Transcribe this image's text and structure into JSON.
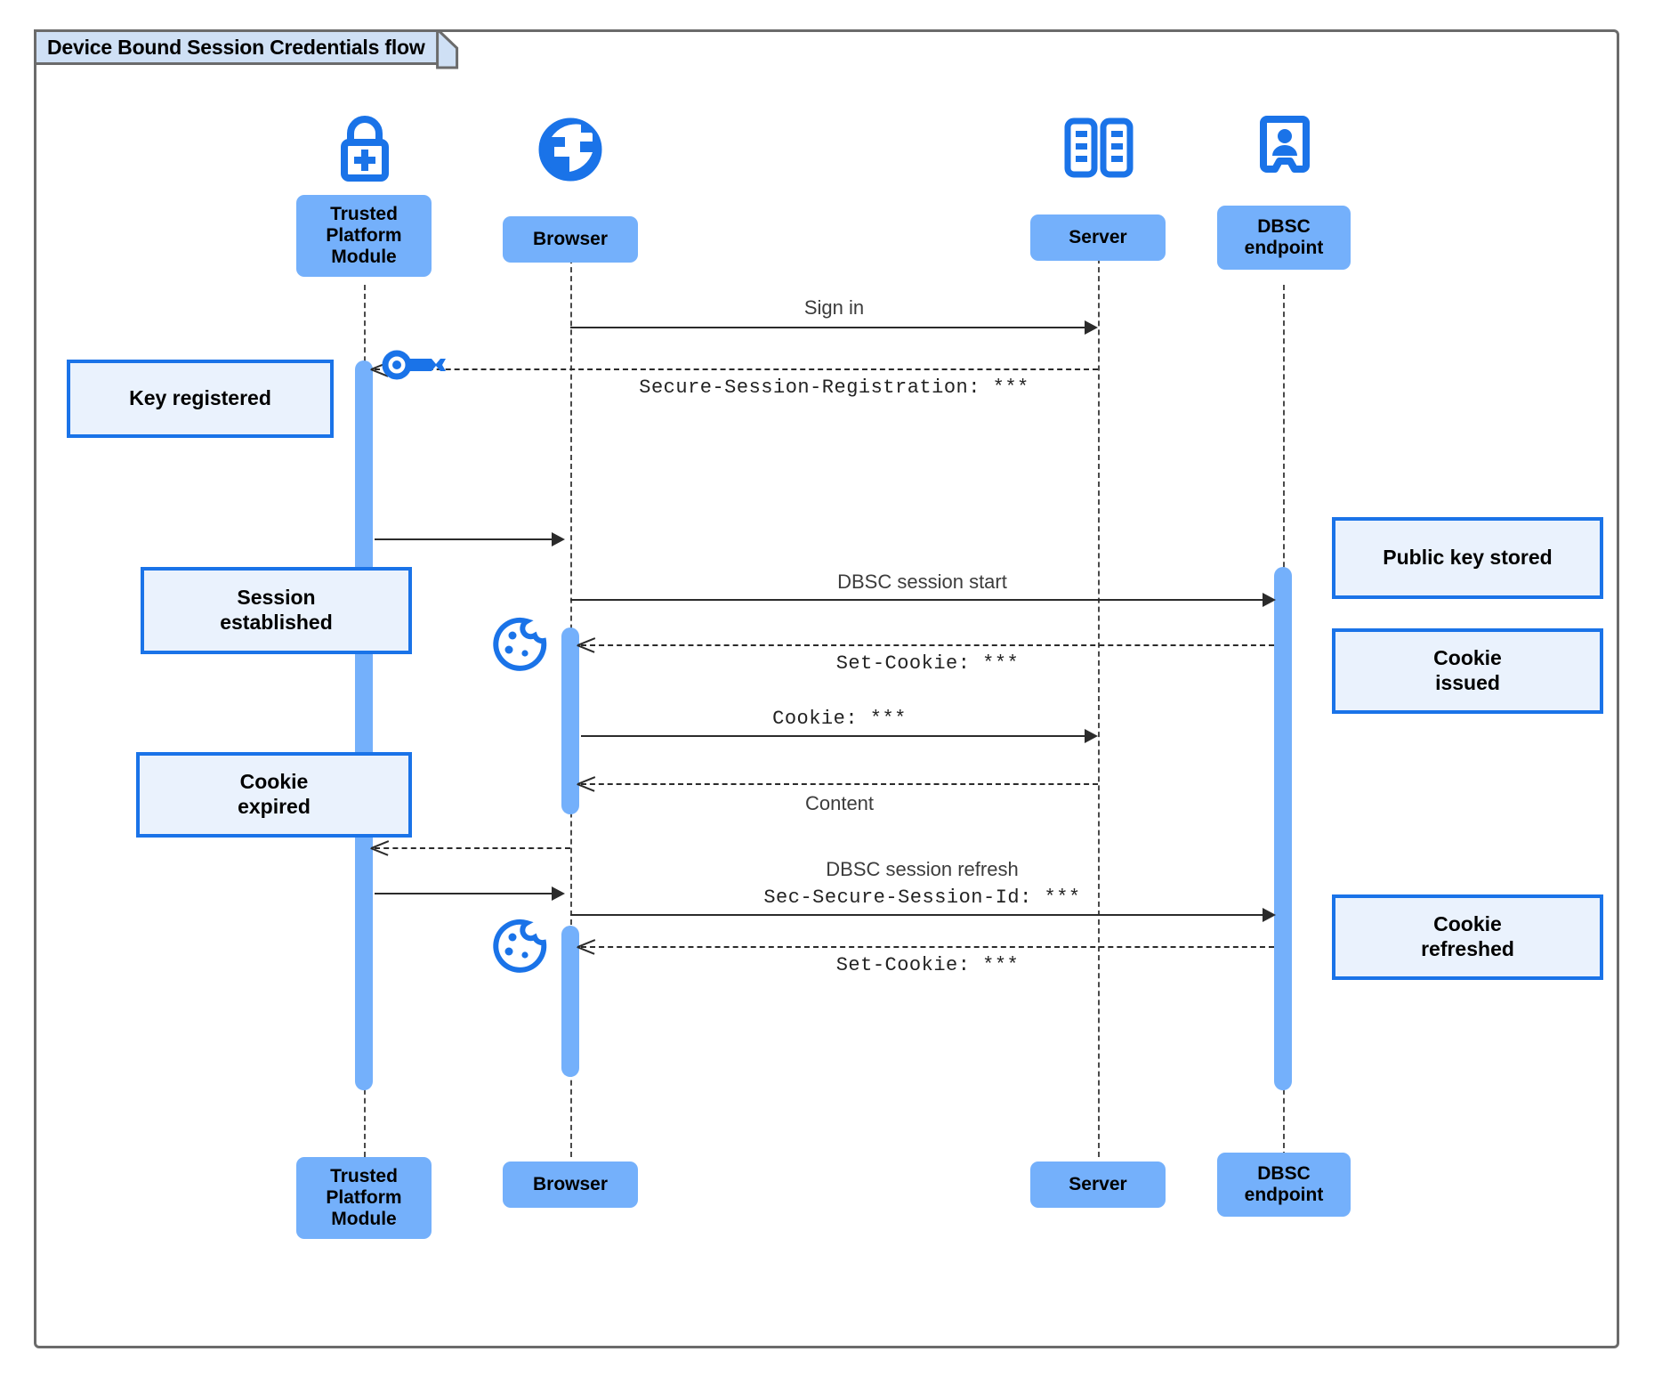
{
  "diagram": {
    "title": "Device Bound Session Credentials flow",
    "type": "sequence-diagram",
    "accent_color": "#1a73e8",
    "participant_fill": "#74b0fb",
    "note_fill": "#eaf2fd",
    "frame_border": "#6b6b6b"
  },
  "participants": [
    {
      "id": "tpm",
      "label": "Trusted\nPlatform\nModule",
      "label_l1": "Trusted",
      "label_l2": "Platform",
      "label_l3": "Module",
      "icon": "padlock-plus-icon"
    },
    {
      "id": "browser",
      "label": "Browser",
      "icon": "globe-icon"
    },
    {
      "id": "server",
      "label": "Server",
      "icon": "server-racks-icon"
    },
    {
      "id": "dbsc",
      "label": "DBSC\nendpoint",
      "label_l1": "DBSC",
      "label_l2": "endpoint",
      "icon": "id-badge-person-icon"
    }
  ],
  "messages": [
    {
      "id": "m1",
      "from": "browser",
      "to": "server",
      "label": "Sign in",
      "style": "solid",
      "font": "sans"
    },
    {
      "id": "m2",
      "from": "server",
      "to": "tpm",
      "label": "Secure-Session-Registration: ***",
      "style": "dashed",
      "font": "mono"
    },
    {
      "id": "m3",
      "from": "tpm",
      "to": "browser",
      "label": "",
      "style": "solid",
      "font": "sans"
    },
    {
      "id": "m4",
      "from": "browser",
      "to": "dbsc",
      "label": "DBSC session start",
      "style": "solid",
      "font": "sans"
    },
    {
      "id": "m5",
      "from": "dbsc",
      "to": "browser",
      "label": "Set-Cookie: ***",
      "style": "dashed",
      "font": "mono"
    },
    {
      "id": "m6",
      "from": "browser",
      "to": "server",
      "label": "Cookie: ***",
      "style": "solid",
      "font": "mono"
    },
    {
      "id": "m7",
      "from": "server",
      "to": "browser",
      "label": "Content",
      "style": "dashed",
      "font": "sans"
    },
    {
      "id": "m8",
      "from": "browser",
      "to": "tpm",
      "label": "",
      "style": "dashed",
      "font": "sans"
    },
    {
      "id": "m9",
      "from": "tpm",
      "to": "browser",
      "label": "",
      "style": "solid",
      "font": "sans"
    },
    {
      "id": "m10",
      "from": "browser",
      "to": "dbsc",
      "label_line1": "DBSC session refresh",
      "label_line2": "Sec-Secure-Session-Id: ***",
      "style": "solid",
      "font": "mixed"
    },
    {
      "id": "m11",
      "from": "dbsc",
      "to": "browser",
      "label": "Set-Cookie: ***",
      "style": "dashed",
      "font": "mono"
    }
  ],
  "notes": [
    {
      "id": "n1",
      "text": "Key registered",
      "side": "left",
      "attached_to": "tpm"
    },
    {
      "id": "n2",
      "text": "Session\nestablished",
      "line1": "Session",
      "line2": "established",
      "side": "left",
      "attached_to": "tpm"
    },
    {
      "id": "n3",
      "text": "Cookie\nexpired",
      "line1": "Cookie",
      "line2": "expired",
      "side": "left",
      "attached_to": "tpm"
    },
    {
      "id": "n4",
      "text": "Public key stored",
      "side": "right",
      "attached_to": "dbsc"
    },
    {
      "id": "n5",
      "text": "Cookie\nissued",
      "line1": "Cookie",
      "line2": "issued",
      "side": "right",
      "attached_to": "dbsc"
    },
    {
      "id": "n6",
      "text": "Cookie\nrefreshed",
      "line1": "Cookie",
      "line2": "refreshed",
      "side": "right",
      "attached_to": "dbsc"
    }
  ],
  "inline_icons": [
    {
      "id": "key1",
      "name": "key-icon",
      "near": "tpm"
    },
    {
      "id": "cookie1",
      "name": "cookie-icon",
      "near": "browser"
    },
    {
      "id": "cookie2",
      "name": "cookie-icon",
      "near": "browser"
    }
  ]
}
